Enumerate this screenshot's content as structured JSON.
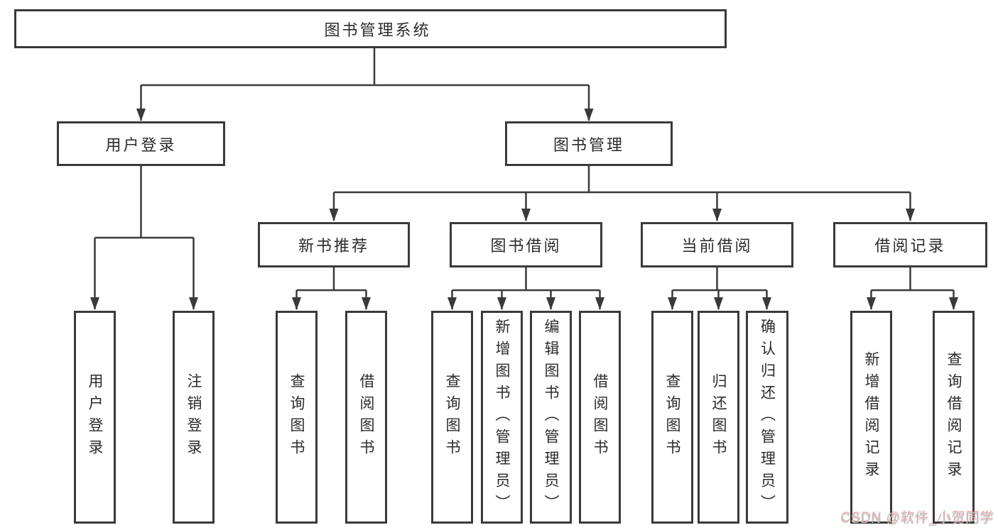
{
  "diagram": {
    "root": {
      "label": "图书管理系统"
    },
    "branches": [
      {
        "id": "user-login",
        "label": "用户登录",
        "leaves": [
          "用户登录",
          "注销登录"
        ]
      },
      {
        "id": "book-management",
        "label": "图书管理",
        "sections": [
          {
            "id": "new-book-recommend",
            "label": "新书推荐",
            "leaves": [
              "查询图书",
              "借阅图书"
            ]
          },
          {
            "id": "book-borrow",
            "label": "图书借阅",
            "leaves": [
              "查询图书",
              "新增图书（管理员）",
              "编辑图书（管理员）",
              "借阅图书"
            ]
          },
          {
            "id": "current-borrow",
            "label": "当前借阅",
            "leaves": [
              "查询图书",
              "归还图书",
              "确认归还（管理员）"
            ]
          },
          {
            "id": "borrow-records",
            "label": "借阅记录",
            "leaves": [
              "新增借阅记录",
              "查询借阅记录"
            ]
          }
        ]
      }
    ]
  },
  "watermark": "CSDN @软件_小贺同学",
  "colors": {
    "line": "#3a3a3a",
    "text": "#2b2b2b",
    "background": "#ffffff",
    "watermark_gray": "#c3c3c3",
    "watermark_red": "#e47a7a"
  }
}
